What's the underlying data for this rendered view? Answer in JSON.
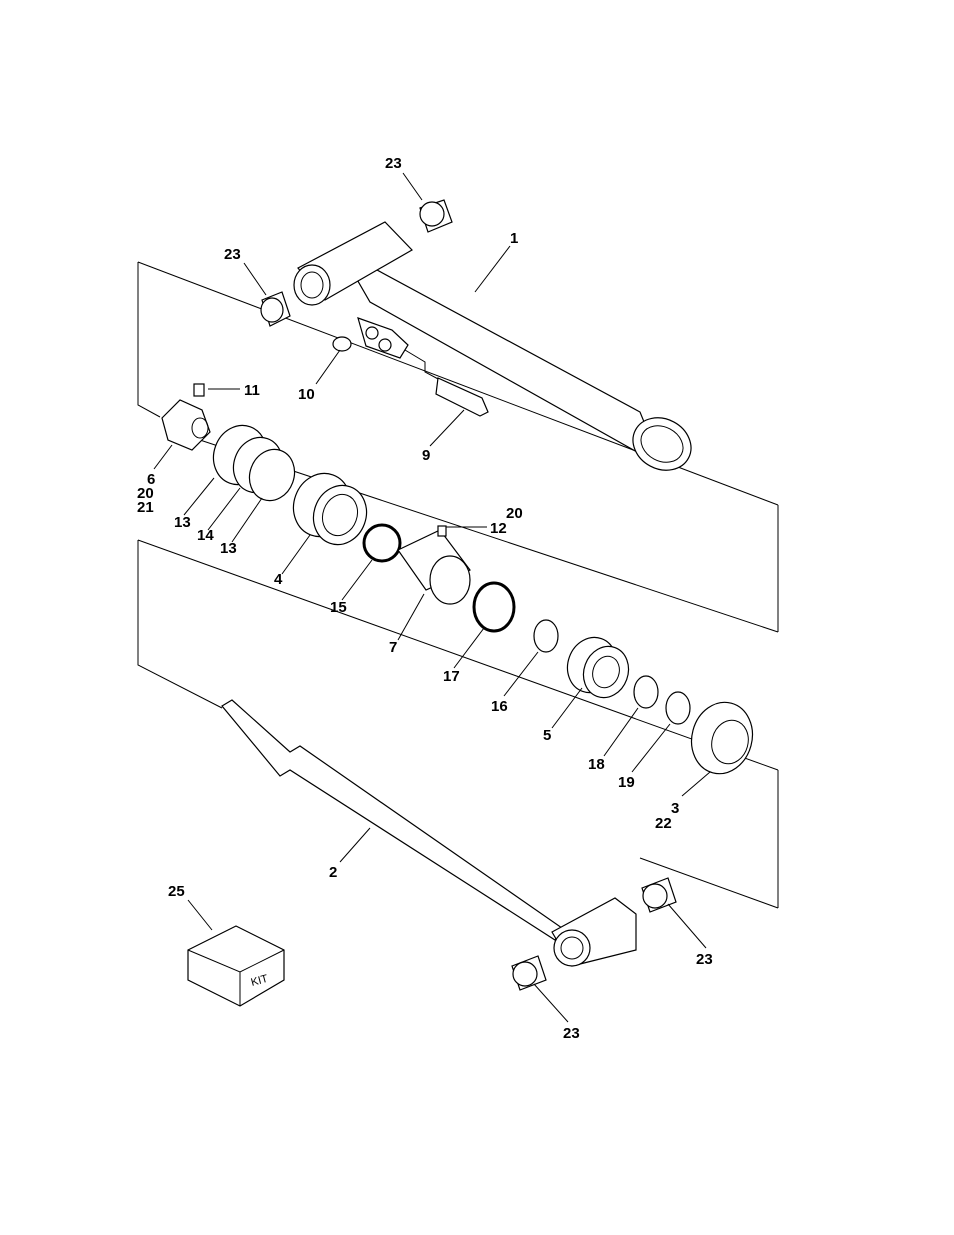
{
  "diagram": {
    "type": "exploded-parts-view",
    "callouts": [
      {
        "id": "c23a",
        "text": "23"
      },
      {
        "id": "c1",
        "text": "1"
      },
      {
        "id": "c23b",
        "text": "23"
      },
      {
        "id": "c11",
        "text": "11"
      },
      {
        "id": "c10",
        "text": "10"
      },
      {
        "id": "c9",
        "text": "9"
      },
      {
        "id": "c6",
        "text": "6"
      },
      {
        "id": "c20a",
        "text": "20"
      },
      {
        "id": "c21",
        "text": "21"
      },
      {
        "id": "c13a",
        "text": "13"
      },
      {
        "id": "c14",
        "text": "14"
      },
      {
        "id": "c13b",
        "text": "13"
      },
      {
        "id": "c4",
        "text": "4"
      },
      {
        "id": "c20b",
        "text": "20"
      },
      {
        "id": "c12",
        "text": "12"
      },
      {
        "id": "c15",
        "text": "15"
      },
      {
        "id": "c7",
        "text": "7"
      },
      {
        "id": "c17",
        "text": "17"
      },
      {
        "id": "c16",
        "text": "16"
      },
      {
        "id": "c5",
        "text": "5"
      },
      {
        "id": "c18",
        "text": "18"
      },
      {
        "id": "c19",
        "text": "19"
      },
      {
        "id": "c3",
        "text": "3"
      },
      {
        "id": "c22",
        "text": "22"
      },
      {
        "id": "c2",
        "text": "2"
      },
      {
        "id": "c25",
        "text": "25"
      },
      {
        "id": "c23c",
        "text": "23"
      },
      {
        "id": "c23d",
        "text": "23"
      }
    ],
    "kit_box_label": "KIT"
  }
}
